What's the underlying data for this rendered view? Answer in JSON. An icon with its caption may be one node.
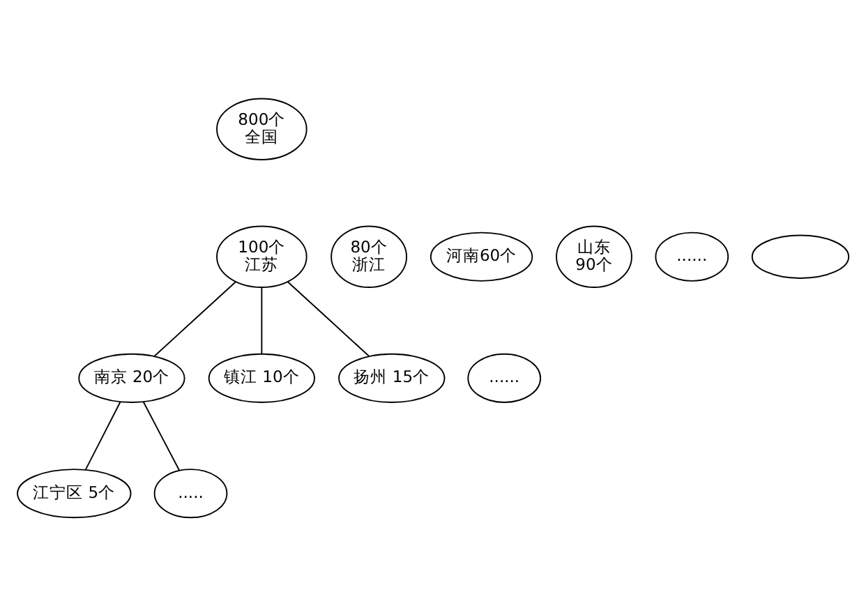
{
  "diagram": {
    "nodes": [
      {
        "text": [
          "800个",
          "全国"
        ]
      },
      {
        "text": [
          "100个",
          "江苏"
        ]
      },
      {
        "text": [
          "80个",
          "浙江"
        ]
      },
      {
        "text": [
          "河南60个"
        ]
      },
      {
        "text": [
          "山东",
          "90个"
        ]
      },
      {
        "text": [
          "......"
        ]
      },
      {
        "text": [],
        "shape": "ellipse"
      },
      {
        "text": [
          "南京 20个"
        ]
      },
      {
        "text": [
          "镇江 10个"
        ]
      },
      {
        "text": [
          "扬州 15个"
        ]
      },
      {
        "text": [
          "......"
        ]
      },
      {
        "text": [
          "江宁区 5个"
        ]
      },
      {
        "text": [
          "....."
        ]
      }
    ],
    "edges": [
      {
        "from": 1,
        "to": 7,
        "arrow": "none"
      },
      {
        "from": 1,
        "to": 8,
        "arrow": "none"
      },
      {
        "from": 1,
        "to": 9,
        "arrow": "none"
      },
      {
        "from": 7,
        "to": 11,
        "arrow": "none"
      },
      {
        "from": 7,
        "to": 12,
        "arrow": "none"
      }
    ]
  }
}
